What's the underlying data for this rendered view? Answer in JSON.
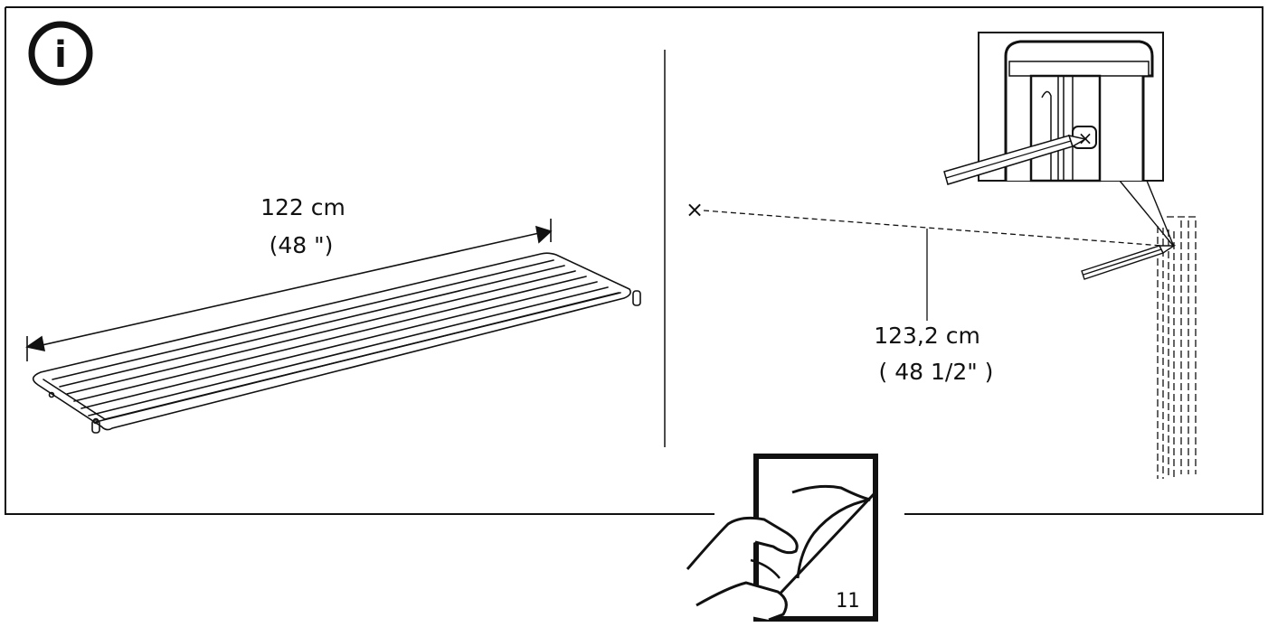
{
  "info_icon": {
    "icon": "info-icon",
    "glyph": "i"
  },
  "left_panel": {
    "length_cm": "122 cm",
    "length_in": "(48 \")"
  },
  "right_panel": {
    "distance_cm": "123,2 cm",
    "distance_in": "( 48 1/2\" )",
    "mark_glyph": "×"
  },
  "footer": {
    "page_turn_icon": "page-turn-icon",
    "page_number": "11"
  }
}
